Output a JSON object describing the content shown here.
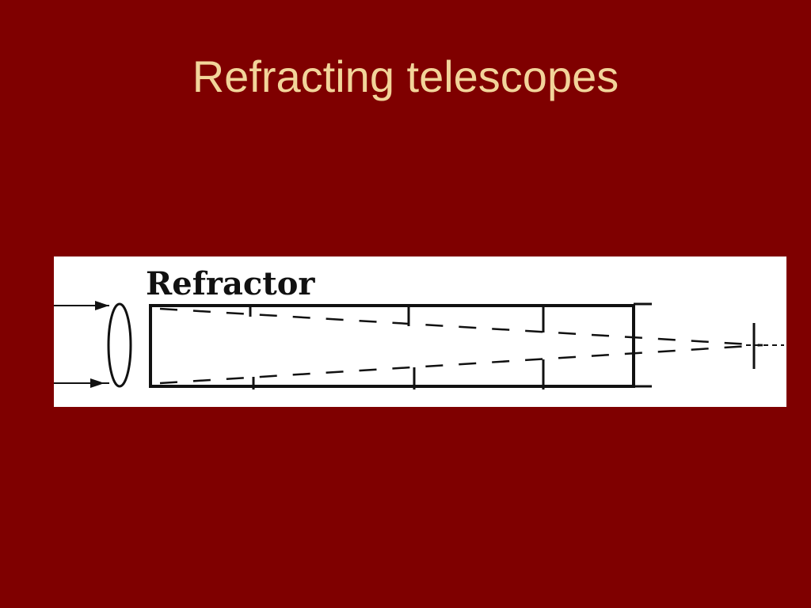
{
  "slide": {
    "title": "Refracting telescopes",
    "background_color": "#7f0000",
    "title_color": "#f2d49a"
  },
  "diagram": {
    "label": "Refractor",
    "components": [
      "incoming-ray-top",
      "incoming-ray-bottom",
      "objective-lens",
      "telescope-tube",
      "focal-ray-top",
      "focal-ray-bottom",
      "eyepiece-tube",
      "focal-point-marker"
    ]
  }
}
